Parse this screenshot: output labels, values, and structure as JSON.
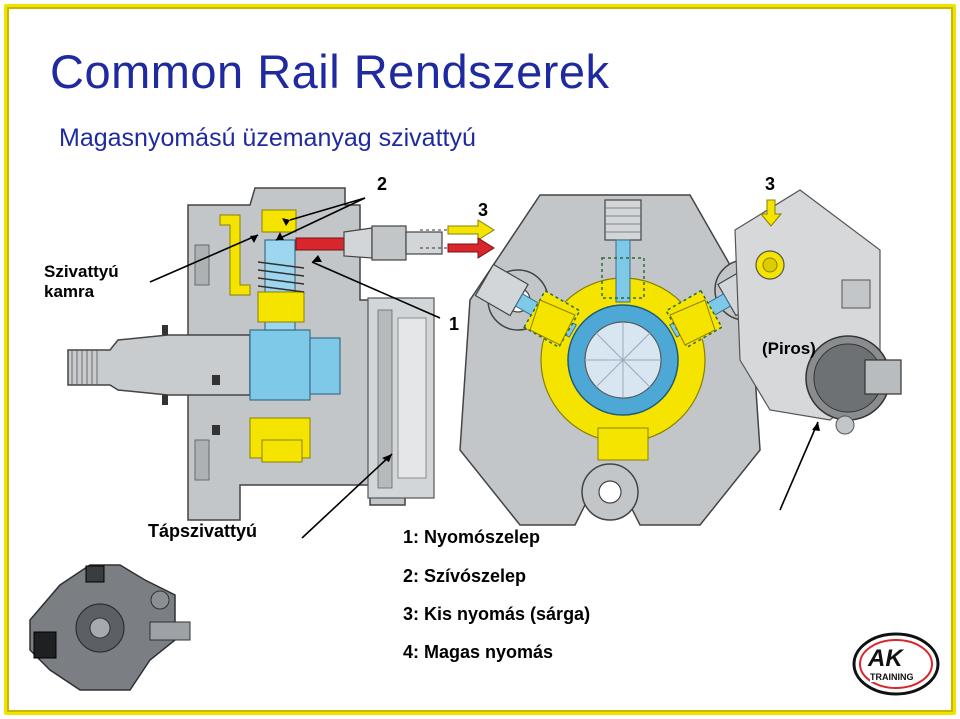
{
  "title": "Common Rail Rendszerek",
  "subtitle": "Magasnyomású üzemanyag szivattyú",
  "labels": {
    "chamber_line1": "Szivattyú",
    "chamber_line2": "kamra",
    "feed_pump": "Tápszivattyú",
    "red": "(Piros)",
    "n2": "2",
    "n3a": "3",
    "n3b": "3",
    "n1": "1"
  },
  "legend": [
    "1: Nyomószelep",
    "2: Szívószelep",
    "3: Kis nyomás (sárga)",
    "4: Magas nyomás"
  ],
  "logo": {
    "letters": "AK",
    "word": "TRAINING"
  },
  "colors": {
    "title": "#1f2aa0",
    "frame": "#f2e200",
    "low_pressure": "#f5e400",
    "high_pressure": "#d7262c",
    "piston": "#7ec8e8",
    "body": "#c8cacc"
  }
}
